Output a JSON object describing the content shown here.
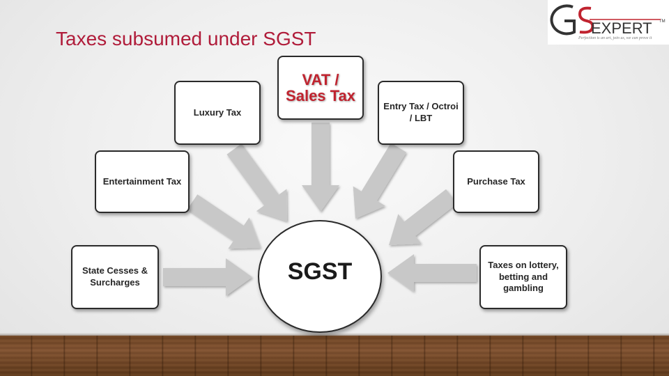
{
  "slide": {
    "title": "Taxes subsumed under SGST"
  },
  "logo": {
    "brand": "GSTEXPERT",
    "mark_g": "G",
    "mark_s": "S",
    "wordmark": "EXPERT",
    "trademark": "TM",
    "tagline": "Perfection is an art, join us, we can prove it",
    "colors": {
      "brand_red": "#c0232f",
      "brand_dark": "#333333"
    }
  },
  "diagram": {
    "center": {
      "label": "SGST"
    },
    "sources": [
      {
        "id": "vat",
        "label": "VAT / Sales Tax"
      },
      {
        "id": "luxury",
        "label": "Luxury Tax"
      },
      {
        "id": "entry",
        "label": "Entry Tax / Octroi / LBT"
      },
      {
        "id": "entertainment",
        "label": "Entertainment Tax"
      },
      {
        "id": "purchase",
        "label": "Purchase Tax"
      },
      {
        "id": "cesses",
        "label": "State Cesses & Surcharges"
      },
      {
        "id": "lottery",
        "label": "Taxes on lottery, betting and gambling"
      }
    ],
    "colors": {
      "title": "#b01c3a",
      "arrow_fill": "#c8c8c8",
      "box_border": "#2a2a2a",
      "vat_text": "#c0232f"
    }
  }
}
